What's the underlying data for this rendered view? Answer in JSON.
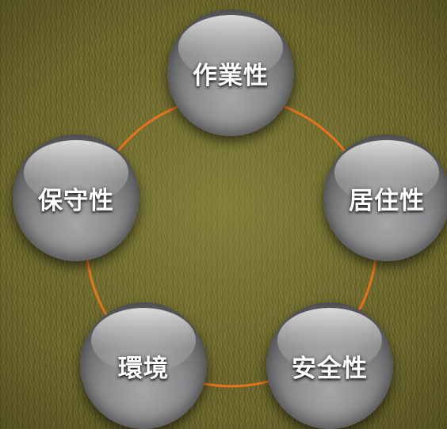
{
  "diagram": {
    "connector_color": "#e8731f",
    "nodes": [
      {
        "id": "sagyousei",
        "label": "作業性"
      },
      {
        "id": "kyojuusei",
        "label": "居住性"
      },
      {
        "id": "anzensei",
        "label": "安全性"
      },
      {
        "id": "kankyou",
        "label": "環境"
      },
      {
        "id": "hoshusei",
        "label": "保守性"
      }
    ]
  }
}
